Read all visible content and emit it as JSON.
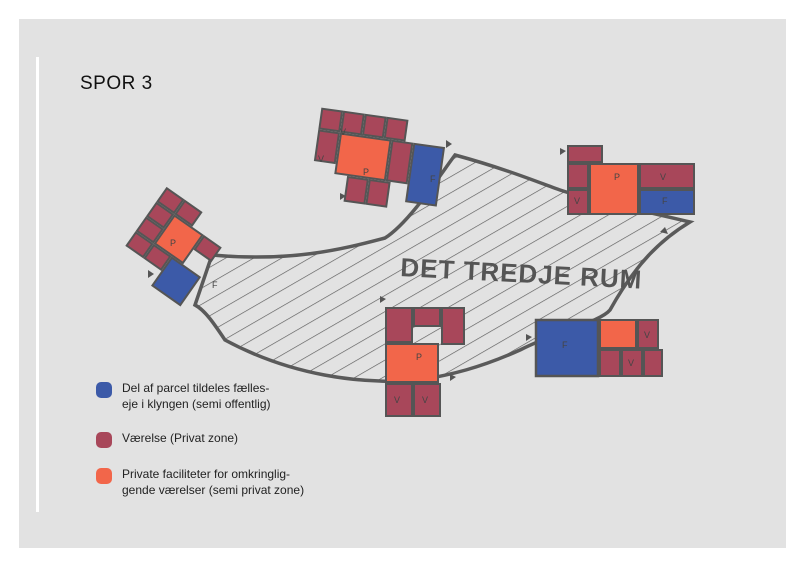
{
  "title": "SPOR 3",
  "center_label": "DET TREDJE RUM",
  "room_labels": {
    "room": "V",
    "private": "P",
    "shared": "F"
  },
  "colors": {
    "background": "#e2e2e2",
    "shared_blue": "#3c5aa8",
    "room_red": "#a8475a",
    "private_orange": "#f2664a",
    "outline": "#5a5a5a"
  },
  "legend": [
    {
      "color": "#3c5aa8",
      "lines": [
        "Del af parcel tildeles fælles-",
        "eje i klyngen  (semi offentlig)"
      ]
    },
    {
      "color": "#a8475a",
      "lines": [
        "Værelse (Privat zone)"
      ]
    },
    {
      "color": "#f2664a",
      "lines": [
        "Private faciliteter for omkringlig-",
        "gende værelser (semi privat zone)"
      ]
    }
  ]
}
